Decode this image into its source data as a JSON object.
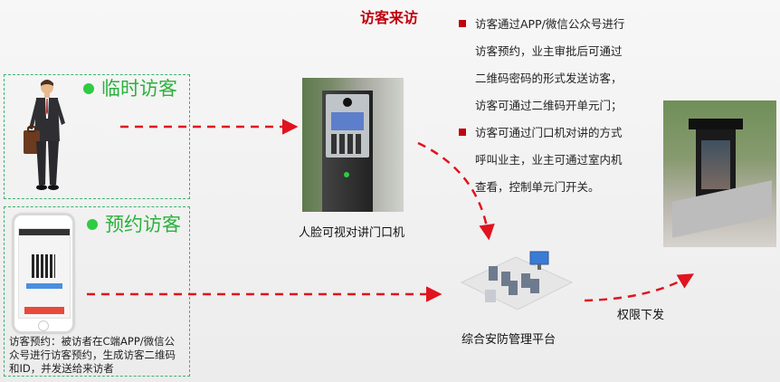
{
  "title": "访客来访",
  "bullets": [
    {
      "lines": [
        "访客通过APP/微信公众号进行",
        "访客预约，业主审批后可通过",
        "二维码密码的形式发送访客，",
        "访客可通过二维码开单元门；"
      ]
    },
    {
      "lines": [
        "访客可通过门口机对讲的方式",
        "呼叫业主，业主可通过室内机",
        "查看，控制单元门开关。"
      ]
    }
  ],
  "temp_visitor_label": "临时访客",
  "reserved_visitor_label": "预约访客",
  "door_station_label": "人脸可视对讲门口机",
  "platform_label": "综合安防管理平台",
  "permission_label": "权限下发",
  "reservation_note_lines": [
    "访客预约：被访者在C端APP/微信公",
    "众号进行访客预约，生成访客二维码",
    "和ID，并发送给来访者"
  ],
  "colors": {
    "accent_red": "#c0000d",
    "green": "#2bb13c",
    "arrow_red": "#e0141e"
  }
}
